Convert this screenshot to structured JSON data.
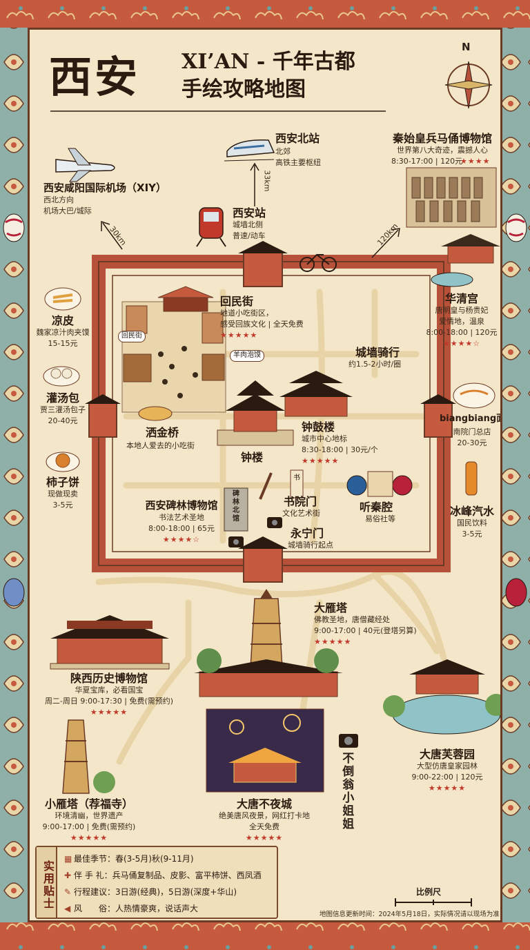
{
  "title": {
    "main": "西安",
    "line1": "XI’AN - 千年古都",
    "line2": "手绘攻略地图"
  },
  "compass": {
    "north": "N"
  },
  "transport": {
    "north_station": {
      "name": "西安北站",
      "desc1": "北郊",
      "desc2": "高铁主要枢纽",
      "distance": "33km"
    },
    "airport": {
      "name": "西安咸阳国际机场（XIY）",
      "desc1": "西北方向",
      "desc2": "机场大巴/城际",
      "distance": "30km"
    },
    "xian_station": {
      "name": "西安站",
      "desc1": "城墙北侧",
      "desc2": "普速/动车"
    }
  },
  "attractions": {
    "terracotta": {
      "name": "秦始皇兵马俑博物馆",
      "desc": "世界第八大奇迹，震撼人心",
      "info": "8:30-17:00 | 120元",
      "stars": "★★★★",
      "distance": "120km"
    },
    "huaqing": {
      "name": "华清宫",
      "desc1": "唐明皇与杨贵妃",
      "desc2": "爱情地，温泉",
      "info": "8:00-18:00 | 120元",
      "stars": "★★★★☆"
    },
    "huimin": {
      "name": "回民街",
      "desc1": "地道小吃街区，",
      "desc2": "感受回族文化 | 全天免费",
      "stars": "★★★★★",
      "sign1": "回民街",
      "bubble": "羊肉泡馍"
    },
    "wall_cycling": {
      "name": "城墙骑行",
      "desc": "约1.5-2小时/圈"
    },
    "bell_drum": {
      "name": "钟鼓楼",
      "desc": "城市中心地标",
      "info": "8:30-18:00 | 30元/个",
      "stars": "★★★★★"
    },
    "bell_tower": {
      "name": "钟楼"
    },
    "sajinqiao": {
      "name": "洒金桥",
      "desc": "本地人爱去的小吃街"
    },
    "beilin": {
      "name": "西安碑林博物馆",
      "desc": "书法艺术圣地",
      "info": "8:00-18:00 | 65元",
      "stars": "★★★★☆",
      "stele": "碑林北馆"
    },
    "shuyuanmen": {
      "name": "书院门",
      "desc": "文化艺术街",
      "scroll": "书"
    },
    "qinqiang": {
      "name": "听秦腔",
      "desc": "易俗社等"
    },
    "yongning": {
      "name": "永宁门",
      "desc": "城墙骑行起点"
    },
    "big_goose": {
      "name": "大雁塔",
      "desc": "佛教圣地，唐僧藏经处",
      "info": "9:00-17:00 | 40元(登塔另算)",
      "stars": "★★★★★"
    },
    "history_museum": {
      "name": "陕西历史博物馆",
      "desc": "华夏宝库，必看国宝",
      "info": "周二-周日 9:00-17:30 | 免费(需预约)",
      "stars": "★★★★★"
    },
    "furong": {
      "name": "大唐芙蓉园",
      "desc": "大型仿唐皇家园林",
      "info": "9:00-22:00 | 120元",
      "stars": "★★★★★"
    },
    "small_goose": {
      "name": "小雁塔（荐福寺）",
      "desc": "环境清幽，世界遗产",
      "info": "9:00-17:00 | 免费(需预约)",
      "stars": "★★★★★"
    },
    "datang": {
      "name": "大唐不夜城",
      "desc1": "绝美唐风夜景，网红打卡地",
      "desc2": "全天免费",
      "stars": "★★★★★"
    },
    "tumbler": {
      "name": "不倒翁小姐姐"
    }
  },
  "food": {
    "liangpi": {
      "name": "凉皮",
      "desc": "魏家凉汁肉夹馍",
      "price": "15-15元"
    },
    "guantang": {
      "name": "灌汤包",
      "desc": "贾三灌汤包子",
      "price": "20-40元"
    },
    "shizibing": {
      "name": "柿子饼",
      "desc": "现做现卖",
      "price": "3-5元"
    },
    "biangbiang": {
      "name": "biangbiang面",
      "desc": "南院门总店",
      "price": "20-30元"
    },
    "bingfeng": {
      "name": "冰峰汽水",
      "desc": "国民饮料",
      "price": "3-5元"
    }
  },
  "tips": {
    "label": "实用贴士",
    "items": [
      {
        "icon": "calendar-icon",
        "text": "最佳季节：春(3-5月)秋(9-11月)"
      },
      {
        "icon": "gift-icon",
        "text": "伴 手 礼：兵马俑复制品、皮影、富平柿饼、西凤酒"
      },
      {
        "icon": "pencil-icon",
        "text": "行程建议：3日游(经典)，5日游(深度+华山)"
      },
      {
        "icon": "megaphone-icon",
        "text": "风　　俗：人热情豪爽，说话声大"
      }
    ]
  },
  "scale_label": "比例尺",
  "footer": "地图信息更新时间：2024年5月18日，实际情况请以现场为准",
  "colors": {
    "wall": "#b8513a",
    "road": "#e7d3a6",
    "ink": "#2b1a10",
    "star": "#c0392b",
    "paper": "#f4e7c9"
  }
}
